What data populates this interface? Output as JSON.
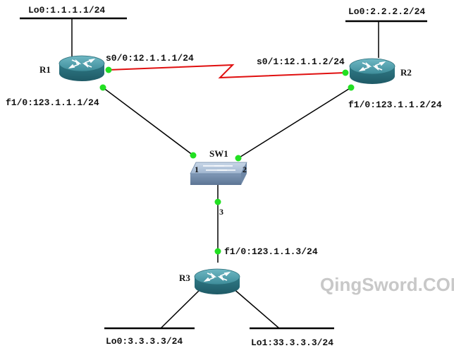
{
  "nodes": {
    "r1": {
      "name": "R1"
    },
    "r2": {
      "name": "R2"
    },
    "r3": {
      "name": "R3"
    },
    "sw1": {
      "name": "SW1"
    }
  },
  "labels": {
    "r1_lo0": "Lo0:1.1.1.1/24",
    "r2_lo0": "Lo0:2.2.2.2/24",
    "r1_s00": "s0/0:12.1.1.1/24",
    "r2_s01": "s0/1:12.1.1.2/24",
    "r1_f10": "f1/0:123.1.1.1/24",
    "r2_f10": "f1/0:123.1.1.2/24",
    "r3_f10": "f1/0:123.1.1.3/24",
    "r3_lo0": "Lo0:3.3.3.3/24",
    "r3_lo1": "Lo1:33.3.3.3/24"
  },
  "switch_ports": {
    "p1": "1",
    "p2": "2",
    "p3": "3"
  },
  "watermark": "QingSword.COM",
  "colors": {
    "serial_link": "#e01010",
    "ethernet_link": "#000000",
    "port_dot": "#22e022",
    "router_body": "#3f8f9c",
    "switch_body": "#8fa9c7",
    "watermark": "#c8c8c8"
  }
}
